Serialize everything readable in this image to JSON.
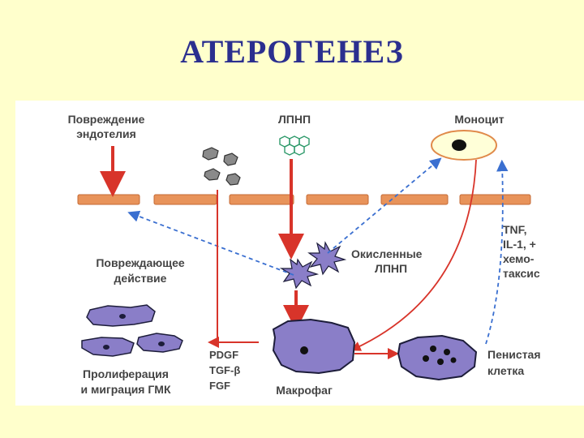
{
  "title": "АТЕРОГЕНЕЗ",
  "labels": {
    "endothelial_damage_1": "Повреждение",
    "endothelial_damage_2": "эндотелия",
    "ldl": "ЛПНП",
    "monocyte": "Моноцит",
    "damaging_1": "Повреждающее",
    "damaging_2": "действие",
    "oxidized_1": "Окисленные",
    "oxidized_2": "ЛПНП",
    "tnf_1": "TNF,",
    "tnf_2": "IL-1, +",
    "tnf_3": "хемо-",
    "tnf_4": "таксис",
    "pdgf": "PDGF",
    "tgf": "TGF-β",
    "fgf": "FGF",
    "proliferation_1": "Пролиферация",
    "proliferation_2": "и миграция ГМК",
    "macrophage": "Макрофаг",
    "foam_1": "Пенистая",
    "foam_2": "клетка"
  },
  "colors": {
    "title": "#2b2f8f",
    "slide_bg": "#ffffcc",
    "endothelium": "#e8935a",
    "red_arrow": "#d8342a",
    "blue_dashed": "#3a6fd0",
    "cell_fill": "#8a7ec8",
    "cell_outline": "#1d1d3a",
    "ldl_hex": "#2f9a6b",
    "platelet": "#8a8a8a"
  }
}
